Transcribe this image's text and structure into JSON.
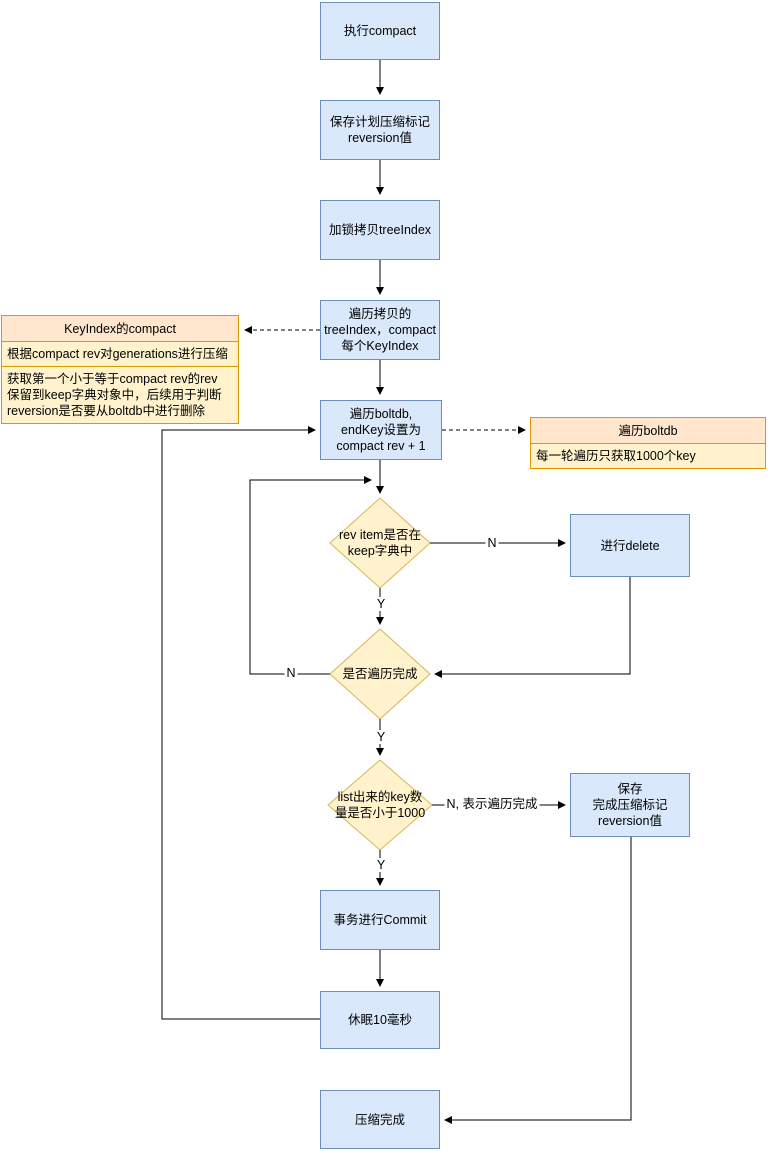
{
  "colors": {
    "background": "#ffffff",
    "node-fill": "#dae8fc",
    "node-stroke": "#6c8ebf",
    "diamond-fill": "#fff2cc",
    "diamond-stroke": "#d6b656",
    "note-header-fill": "#ffe6cc",
    "note-body-fill": "#fff2cc",
    "note-stroke": "#d79b00",
    "connector": "#000000"
  },
  "nodes": {
    "exec": "执行compact",
    "save_plan": "保存计划压缩标记\nreversion值",
    "lock_copy": "加锁拷贝treeIndex",
    "iter_tree": "遍历拷贝的\ntreeIndex，compact\n每个KeyIndex",
    "iter_boltdb": "遍历boltdb,\nendKey设置为\ncompact rev + 1",
    "check_keep": "rev item是否在\nkeep字典中",
    "do_delete": "进行delete",
    "check_iter_done": "是否遍历完成",
    "check_key_count": "list出来的key数\n量是否小于1000",
    "save_final": "保存\n完成压缩标记\nreversion值",
    "commit": "事务进行Commit",
    "sleep": "休眠10毫秒",
    "done": "压缩完成"
  },
  "notes": {
    "keyindex": {
      "title": "KeyIndex的compact",
      "row1": "根据compact rev对generations进行压缩",
      "row2": "获取第一个小于等于compact rev的rev\n保留到keep字典对象中，后续用于判断\nreversion是否要从boltdb中进行删除"
    },
    "boltdb": {
      "title": "遍历boltdb",
      "row1": "每一轮遍历只获取1000个key"
    }
  },
  "edge_labels": {
    "keep_no": "N",
    "keep_yes": "Y",
    "iter_no": "N",
    "iter_yes": "Y",
    "count_no": "N, 表示遍历完成",
    "count_yes": "Y"
  }
}
